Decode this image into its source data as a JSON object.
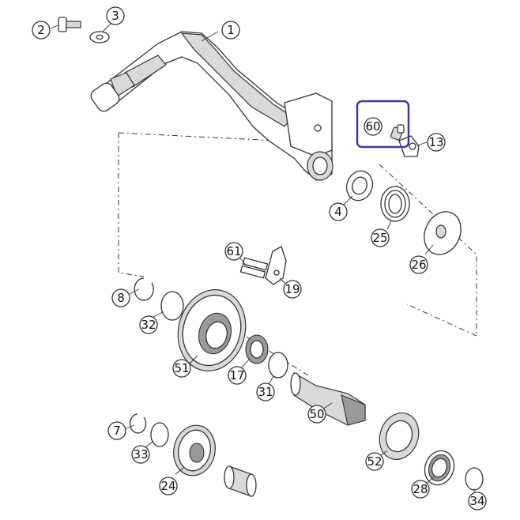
{
  "diagram": {
    "highlight_color": "#3b3b9e",
    "highlighted_part": "60",
    "callouts": {
      "p1": "1",
      "p2": "2",
      "p3": "3",
      "p4": "4",
      "p7": "7",
      "p8": "8",
      "p13": "13",
      "p17": "17",
      "p19": "19",
      "p24": "24",
      "p25": "25",
      "p26": "26",
      "p28": "28",
      "p31": "31",
      "p32": "32",
      "p33": "33",
      "p34": "34",
      "p50": "50",
      "p51": "51",
      "p52": "52",
      "p60": "60",
      "p61": "61"
    }
  }
}
